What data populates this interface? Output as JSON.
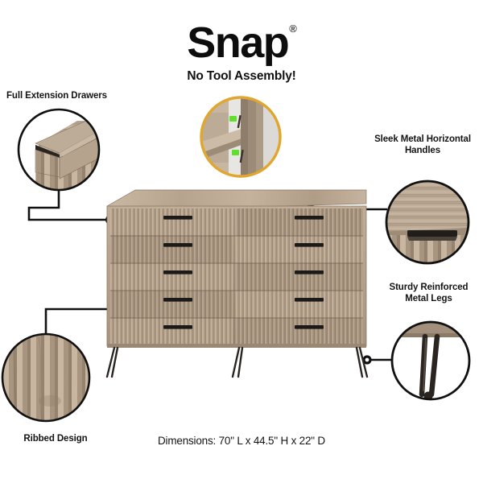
{
  "header": {
    "brand": "Snap",
    "registered_mark": "®",
    "tagline": "No Tool Assembly!"
  },
  "callouts": [
    {
      "id": "full-extension-drawers",
      "label": "Full Extension Drawers",
      "detail_icon": "open-drawer-photo",
      "ring_color": "#111111"
    },
    {
      "id": "snap-assembly",
      "label": "",
      "detail_icon": "snap-clip-photo",
      "ring_color": "#E0A62E"
    },
    {
      "id": "sleek-metal-horizontal-handles",
      "label": "Sleek Metal Horizontal Handles",
      "label_line_1": "Sleek Metal Horizontal",
      "label_line_2": "Handles",
      "detail_icon": "bar-handle-photo",
      "ring_color": "#111111"
    },
    {
      "id": "sturdy-reinforced-metal-legs",
      "label": "Sturdy Reinforced Metal Legs",
      "label_line_1": "Sturdy Reinforced",
      "label_line_2": "Metal Legs",
      "detail_icon": "hairpin-leg-photo",
      "ring_color": "#111111"
    },
    {
      "id": "ribbed-design",
      "label": "Ribbed Design",
      "detail_icon": "ribbed-slats-photo",
      "ring_color": "#111111"
    }
  ],
  "product": {
    "type": "10-drawer double dresser",
    "drawer_rows": 5,
    "drawer_columns": 2,
    "leg_count": 3,
    "handle_color": "#1c1a18",
    "wood_light": "#cbb9a4",
    "wood_mid": "#ad9a85",
    "wood_dark": "#8d7b68",
    "leg_color": "#2a2522"
  },
  "footer": {
    "dimensions": "Dimensions: 70\" L x 44.5\" H x 22\" D"
  }
}
